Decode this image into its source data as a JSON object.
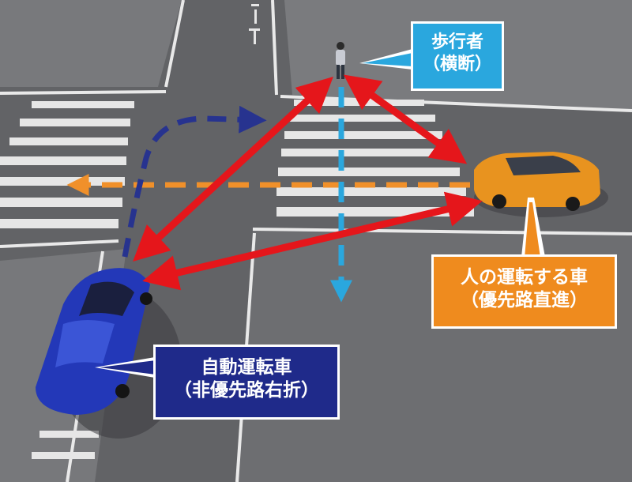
{
  "callouts": {
    "pedestrian": {
      "line1": "歩行者",
      "line2": "（横断）"
    },
    "human_car": {
      "line1": "人の運転する車",
      "line2": "（優先路直進）"
    },
    "auto_car": {
      "line1": "自動運転車",
      "line2": "（非優先路右折）"
    }
  },
  "colors": {
    "interaction_arrows": "#e5161b",
    "auto_path": "#27338f",
    "human_path": "#f0902a",
    "pedestrian_path": "#2aa7de",
    "pedestrian_box": "#2aa7de",
    "human_box": "#ef8b1e",
    "auto_box": "#1f2a8a"
  }
}
